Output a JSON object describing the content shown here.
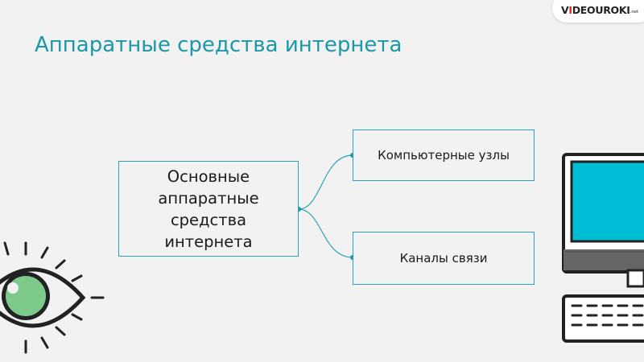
{
  "slide": {
    "title": "Аппаратные средства интернета"
  },
  "logo": {
    "prefix": "V",
    "accent": "I",
    "rest": "DEOUROKI",
    "suffix": ".net"
  },
  "diagram": {
    "root": {
      "lines": [
        "Основные",
        "аппаратные",
        "средства",
        "интернета"
      ]
    },
    "children": [
      {
        "label": "Компьютерные узлы"
      },
      {
        "label": "Каналы связи"
      }
    ]
  },
  "colors": {
    "accent": "#1a97a8",
    "border": "#2aa3b8",
    "eye_iris": "#7cc98a",
    "monitor_screen": "#00bcd4"
  },
  "icons": [
    "eye-icon",
    "computer-icon"
  ]
}
